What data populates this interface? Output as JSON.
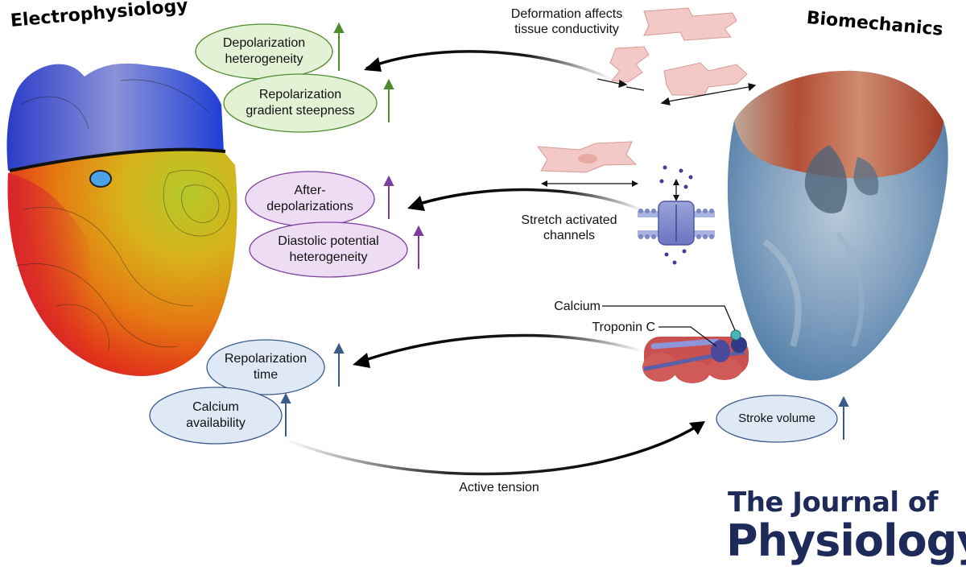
{
  "panels": {
    "left_title": "Electrophysiology",
    "right_title": "Biomechanics"
  },
  "green_group": {
    "bubble1": "Depolarization\nheterogeneity",
    "bubble2": "Repolarization\ngradient steepness",
    "color": "#4e8a2e",
    "fill": "#e3f1d4"
  },
  "purple_group": {
    "bubble1": "After-\ndepolarizations",
    "bubble2": "Diastolic potential\nheterogeneity",
    "color": "#7b3f9e",
    "fill": "#eddcf3"
  },
  "blue_group": {
    "bubble1": "Repolarization\ntime",
    "bubble2": "Calcium\navailability",
    "bubble3": "Stroke volume",
    "color": "#3a5a8c",
    "fill": "#dfe9f6"
  },
  "labels": {
    "deformation": "Deformation affects\ntissue conductivity",
    "stretch": "Stretch activated\nchannels",
    "calcium": "Calcium",
    "troponin": "Troponin C",
    "active_tension": "Active tension"
  },
  "journal": {
    "line1": "The Journal of",
    "line2": "Physiology"
  }
}
